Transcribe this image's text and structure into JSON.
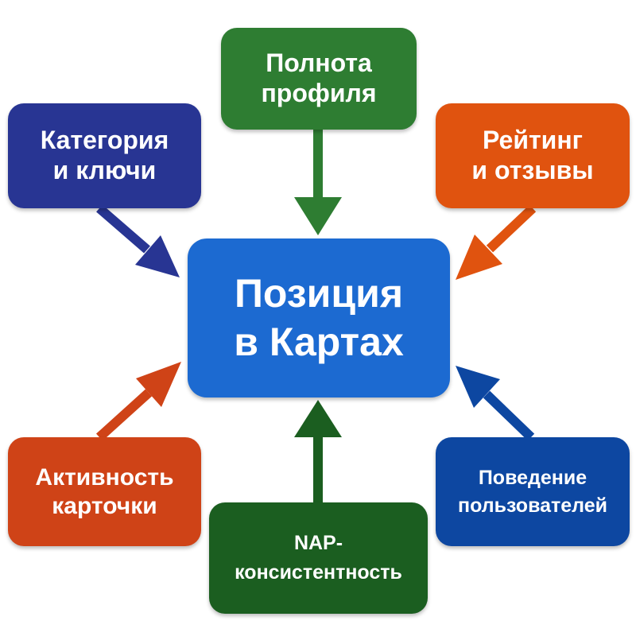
{
  "diagram": {
    "center": {
      "line1": "Позиция",
      "line2": "в Картах",
      "color": "#1c6ad1"
    },
    "factors": {
      "top": {
        "line1": "Полнота",
        "line2": "профиля",
        "color": "#2e7d32"
      },
      "top_left": {
        "line1": "Категория",
        "line2": "и ключи",
        "color": "#283593"
      },
      "top_right": {
        "line1": "Рейтинг",
        "line2": "и отзывы",
        "color": "#e0530f"
      },
      "bottom_left": {
        "line1": "Активность",
        "line2": "карточки",
        "color": "#cf4317"
      },
      "bottom": {
        "line1": "NAP-",
        "line2": "консистентность",
        "color": "#1b5e20"
      },
      "bottom_right": {
        "line1": "Поведение",
        "line2": "пользователей",
        "color": "#0d47a1"
      }
    },
    "arrow_colors": {
      "top": "#2e7d32",
      "top_left": "#283593",
      "top_right": "#e0530f",
      "bottom_left": "#cf4317",
      "bottom": "#1b5e20",
      "bottom_right": "#0d47a1"
    }
  }
}
